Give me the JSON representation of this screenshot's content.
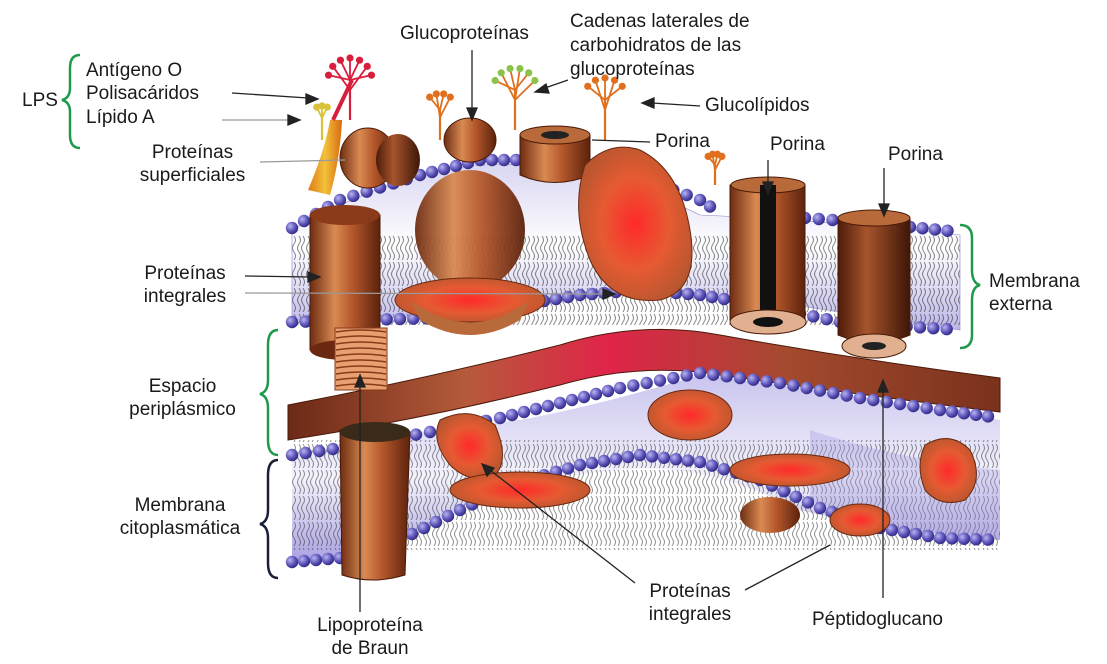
{
  "labels": {
    "lps": "LPS",
    "antigeno_o": "Antígeno O",
    "polisacaridos": "Polisacáridos",
    "lipido_a": "Lípido A",
    "glucoproteinas": "Glucoproteínas",
    "cadenas_line1": "Cadenas laterales de",
    "cadenas_line2": "carbohidratos de  las",
    "cadenas_line3": "glucoproteínas",
    "glucolipidos": "Glucolípidos",
    "porina_1": "Porina",
    "porina_2": "Porina",
    "porina_3": "Porina",
    "proteinas_superficiales_1": "Proteínas",
    "proteinas_superficiales_2": "superficiales",
    "proteinas_integrales_top_1": "Proteínas",
    "proteinas_integrales_top_2": "integrales",
    "membrana_externa_1": "Membrana",
    "membrana_externa_2": "externa",
    "espacio_1": "Espacio",
    "espacio_2": "periplásmico",
    "membrana_cito_1": "Membrana",
    "membrana_cito_2": "citoplasmática",
    "proteinas_integrales_bottom_1": "Proteínas",
    "proteinas_integrales_bottom_2": "integrales",
    "lipoproteina_1": "Lipoproteína",
    "lipoproteina_2": "de Braun",
    "peptidoglucano": "Péptidoglucano"
  },
  "colors": {
    "bracket_green": "#1f9a4c",
    "bracket_dark": "#1b1f3a",
    "phospholipid_head": "#5b52b8",
    "protein_brown": "#b5582c",
    "protein_red": "#e2352d",
    "lps_red": "#d91e3c",
    "lps_yellow": "#d9c23a",
    "glyco_green": "#8bc34a",
    "sugar_orange": "#e0701e",
    "peptidoglycan": "#8c3b22"
  }
}
